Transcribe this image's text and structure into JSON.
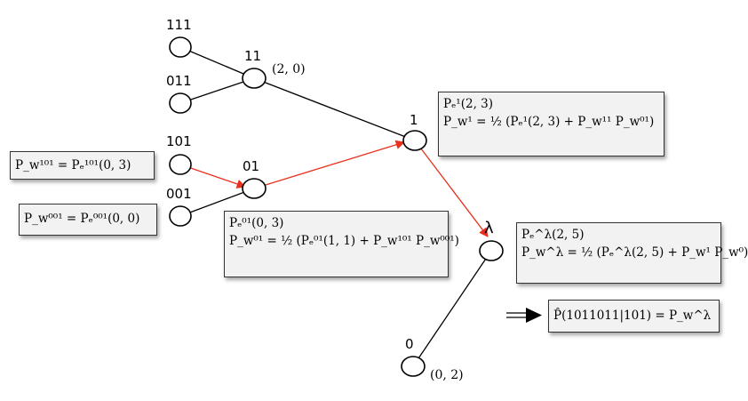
{
  "nodes": {
    "n111": "111",
    "n011": "011",
    "n11": "11",
    "n101": "101",
    "n001": "001",
    "n01": "01",
    "n1": "1",
    "nlambda": "λ",
    "n0": "0"
  },
  "coords": {
    "c11": "(2, 0)",
    "c0": "(0, 2)"
  },
  "boxes": {
    "node1_line1": "Pₑ¹(2, 3)",
    "node1_line2": "P_w¹ = ½ (Pₑ¹(2, 3) + P_w¹¹ P_w⁰¹)",
    "leaf101": "P_w¹⁰¹ = Pₑ¹⁰¹(0, 3)",
    "leaf001": "P_w⁰⁰¹ = Pₑ⁰⁰¹(0, 0)",
    "node01_line1": "Pₑ⁰¹(0, 3)",
    "node01_line2": "P_w⁰¹ = ½ (Pₑ⁰¹(1, 1) + P_w¹⁰¹ P_w⁰⁰¹)",
    "root_line1": "Pₑ^λ(2, 5)",
    "root_line2": "P_w^λ = ½ (Pₑ^λ(2, 5) + P_w¹ P_w⁰)",
    "result": "P̂(1011011|101) = P_w^λ"
  }
}
